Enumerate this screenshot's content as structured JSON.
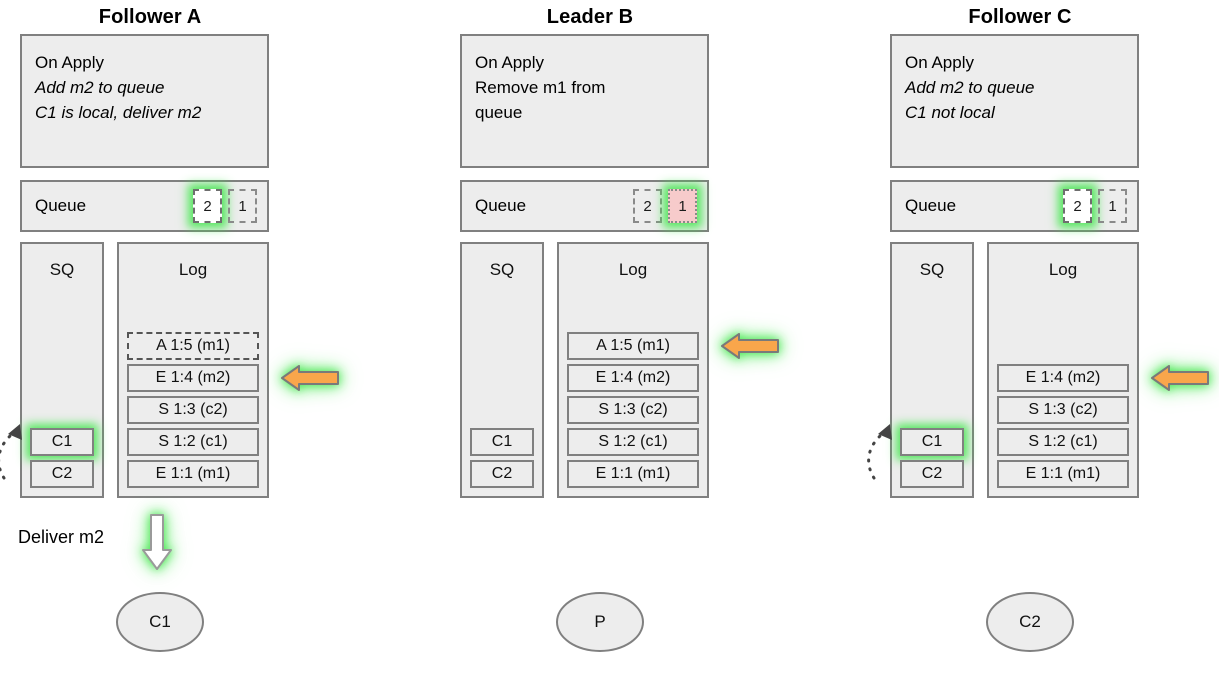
{
  "columns": [
    {
      "id": "follower-a",
      "title": "Follower A",
      "apply": {
        "lines": [
          {
            "text": "On Apply",
            "italic": false
          },
          {
            "text": "Add m2 to queue",
            "italic": true
          },
          {
            "text": "C1 is local, deliver m2",
            "italic": true
          }
        ]
      },
      "queue": {
        "label": "Queue",
        "slots": [
          {
            "value": "2",
            "style": "dashed-highlight"
          },
          {
            "value": "1",
            "style": "dashed"
          }
        ]
      },
      "sq": {
        "header": "SQ",
        "items": [
          {
            "label": "C1",
            "style": "glow"
          },
          {
            "label": "C2",
            "style": "plain"
          }
        ],
        "incoming_arrow": true
      },
      "log": {
        "header": "Log",
        "entries": [
          {
            "label": "A 1:5 (m1)",
            "style": "dashed"
          },
          {
            "label": "E 1:4 (m2)",
            "style": "plain"
          },
          {
            "label": "S 1:3 (c2)",
            "style": "plain"
          },
          {
            "label": "S 1:2 (c1)",
            "style": "plain"
          },
          {
            "label": "E 1:1 (m1)",
            "style": "plain"
          }
        ],
        "pointer_index": 1
      },
      "deliver": {
        "label": "Deliver m2",
        "show_arrow": true
      },
      "client": "C1"
    },
    {
      "id": "leader-b",
      "title": "Leader B",
      "apply": {
        "lines": [
          {
            "text": "On Apply",
            "italic": false
          },
          {
            "text": "Remove m1 from",
            "italic": false
          },
          {
            "text": "queue",
            "italic": false
          }
        ]
      },
      "queue": {
        "label": "Queue",
        "slots": [
          {
            "value": "2",
            "style": "dashed"
          },
          {
            "value": "1",
            "style": "dotted-pink-highlight"
          }
        ]
      },
      "sq": {
        "header": "SQ",
        "items": [
          {
            "label": "C1",
            "style": "plain"
          },
          {
            "label": "C2",
            "style": "plain"
          }
        ],
        "incoming_arrow": false
      },
      "log": {
        "header": "Log",
        "entries": [
          {
            "label": "A 1:5 (m1)",
            "style": "plain"
          },
          {
            "label": "E 1:4 (m2)",
            "style": "plain"
          },
          {
            "label": "S 1:3 (c2)",
            "style": "plain"
          },
          {
            "label": "S 1:2 (c1)",
            "style": "plain"
          },
          {
            "label": "E 1:1 (m1)",
            "style": "plain"
          }
        ],
        "pointer_index": 0
      },
      "deliver": {
        "label": "",
        "show_arrow": false
      },
      "client": "P"
    },
    {
      "id": "follower-c",
      "title": "Follower C",
      "apply": {
        "lines": [
          {
            "text": "On Apply",
            "italic": false
          },
          {
            "text": "Add m2 to queue",
            "italic": true
          },
          {
            "text": "C1 not local",
            "italic": true
          }
        ]
      },
      "queue": {
        "label": "Queue",
        "slots": [
          {
            "value": "2",
            "style": "dashed-highlight"
          },
          {
            "value": "1",
            "style": "dashed"
          }
        ]
      },
      "sq": {
        "header": "SQ",
        "items": [
          {
            "label": "C1",
            "style": "glow"
          },
          {
            "label": "C2",
            "style": "plain"
          }
        ],
        "incoming_arrow": true
      },
      "log": {
        "header": "Log",
        "entries": [
          {
            "label": "E 1:4 (m2)",
            "style": "plain"
          },
          {
            "label": "S 1:3 (c2)",
            "style": "plain"
          },
          {
            "label": "S 1:2 (c1)",
            "style": "plain"
          },
          {
            "label": "E 1:1 (m1)",
            "style": "plain"
          }
        ],
        "pointer_index": 0
      },
      "deliver": {
        "label": "",
        "show_arrow": false
      },
      "client": "C2"
    }
  ],
  "colors": {
    "box_fill": "#ededed",
    "box_border": "#808080",
    "arrow_orange": "#f9a64b",
    "arrow_border": "#7a7a7a",
    "glow_green": "#3ce646",
    "queue_pink": "#f7cbcb",
    "page_background": "#ffffff"
  },
  "icons": {
    "log_pointer": "left-arrow-icon",
    "deliver_pointer": "down-arrow-icon",
    "sq_link": "dotted-curve-arrow-icon"
  }
}
